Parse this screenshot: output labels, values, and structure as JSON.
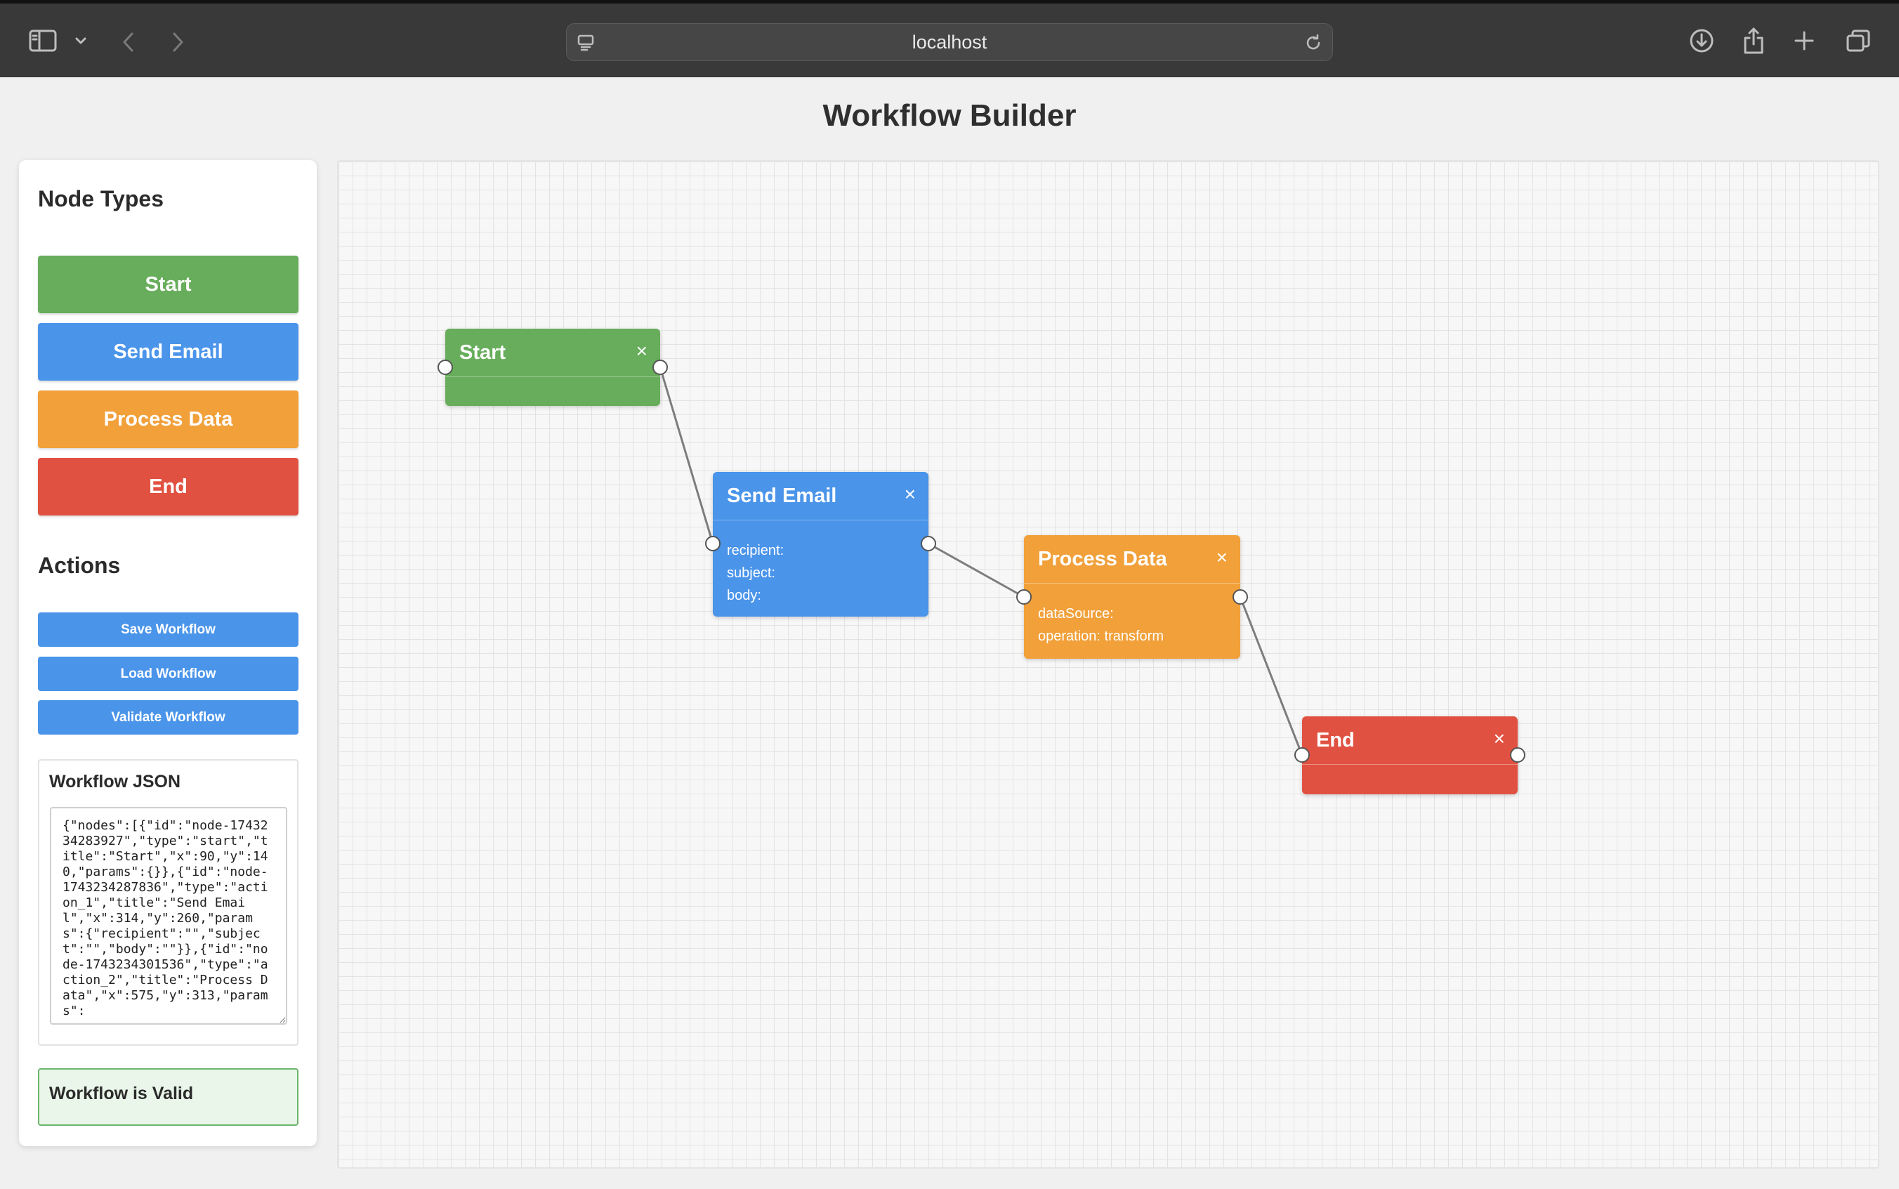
{
  "browser": {
    "url": "localhost",
    "icons": [
      "sidebar-toggle-icon",
      "chevron-down-icon",
      "back-icon",
      "forward-icon",
      "page-icon",
      "reload-icon",
      "download-icon",
      "share-icon",
      "new-tab-icon",
      "tabs-overview-icon"
    ]
  },
  "page": {
    "title": "Workflow Builder"
  },
  "sidebar": {
    "node_types_heading": "Node Types",
    "node_types": [
      {
        "label": "Start",
        "color": "#67ad5b"
      },
      {
        "label": "Send Email",
        "color": "#4a94ea"
      },
      {
        "label": "Process Data",
        "color": "#f1a03a"
      },
      {
        "label": "End",
        "color": "#e15141"
      }
    ],
    "actions_heading": "Actions",
    "actions": [
      "Save Workflow",
      "Load Workflow",
      "Validate Workflow"
    ],
    "json_heading": "Workflow JSON",
    "json_text": "{\"nodes\":[{\"id\":\"node-1743234283927\",\"type\":\"start\",\"title\":\"Start\",\"x\":90,\"y\":140,\"params\":{}},{\"id\":\"node-1743234287836\",\"type\":\"action_1\",\"title\":\"Send Email\",\"x\":314,\"y\":260,\"params\":{\"recipient\":\"\",\"subject\":\"\",\"body\":\"\"}},{\"id\":\"node-1743234301536\",\"type\":\"action_2\",\"title\":\"Process Data\",\"x\":575,\"y\":313,\"params\":",
    "status": "Workflow is Valid"
  },
  "canvas": {
    "nodes": [
      {
        "title": "Start",
        "close": "×",
        "params": []
      },
      {
        "title": "Send Email",
        "close": "×",
        "params": [
          "recipient:",
          "subject:",
          "body:"
        ]
      },
      {
        "title": "Process Data",
        "close": "×",
        "params": [
          "dataSource:",
          "operation: transform"
        ]
      },
      {
        "title": "End",
        "close": "×",
        "params": []
      }
    ]
  }
}
